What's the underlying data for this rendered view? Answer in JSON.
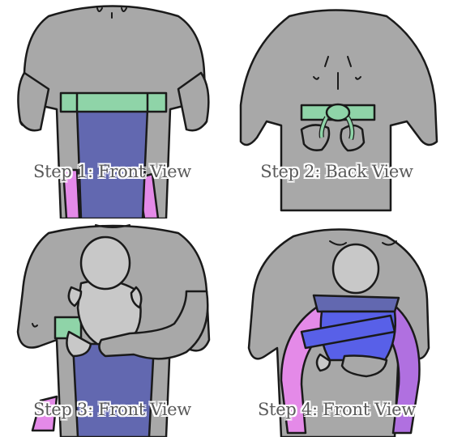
{
  "steps": [
    {
      "caption": "Step 1: Front View"
    },
    {
      "caption": "Step 2: Back View"
    },
    {
      "caption": "Step 3: Front View"
    },
    {
      "caption": "Step 4: Front View"
    }
  ],
  "colors": {
    "skin": "#a8a8a8",
    "baby": "#c8c8c8",
    "panel_blue": "#6268b0",
    "bright_blue": "#5860e8",
    "waistband_green": "#8fd4a8",
    "strap_pink": "#e48ae8",
    "strap_purple": "#b070e0",
    "outline": "#1a1a1a"
  }
}
